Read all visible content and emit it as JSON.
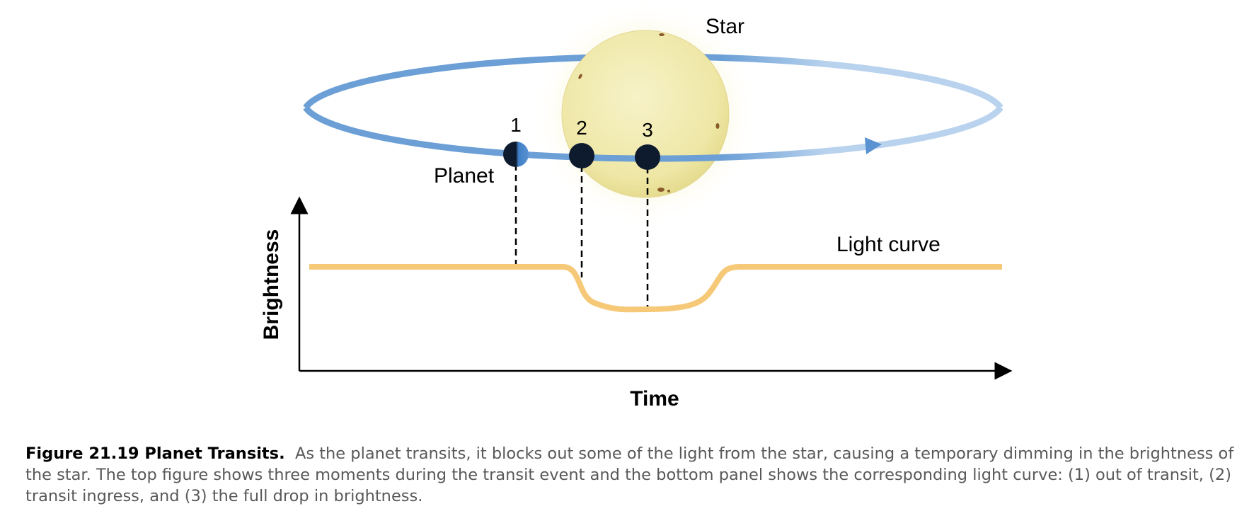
{
  "diagram": {
    "star_label": "Star",
    "planet_label": "Planet",
    "light_curve_label": "Light curve",
    "position_labels": [
      "1",
      "2",
      "3"
    ],
    "y_axis_label": "Brightness",
    "x_axis_label": "Time"
  },
  "caption": {
    "title": "Figure 21.19 Planet Transits.",
    "text": "As the planet transits, it blocks out some of the light from the star, causing a temporary dimming in the brightness of the star. The top figure shows three moments during the transit event and the bottom panel shows the corresponding light curve: (1) out of transit, (2) transit ingress, and (3) the full drop in brightness."
  },
  "colors": {
    "orbit": "#6b9fd6",
    "orbit_light": "#b9d3ee",
    "star_fill": "#f1ebb0",
    "star_glow": "#fbf5c4",
    "planet": "#0e1a2e",
    "planet_lit": "#3f7fc6",
    "light_curve": "#f6c978",
    "axis": "#000000"
  }
}
